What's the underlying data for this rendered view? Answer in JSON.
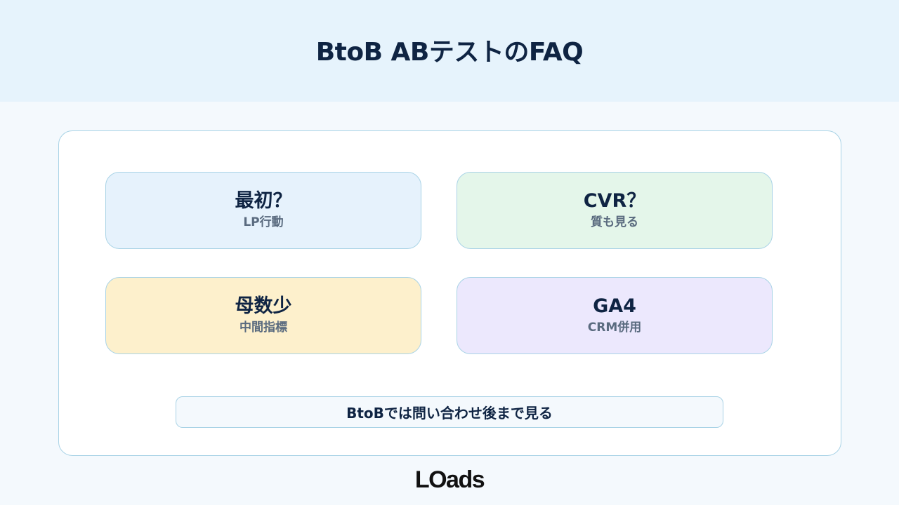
{
  "title": "BtoB ABテストのFAQ",
  "cards": [
    {
      "question": "最初？",
      "answer": "LP行動",
      "bg": "#e6f2fc"
    },
    {
      "question": "CVR？",
      "answer": "質も見る",
      "bg": "#e4f6ea"
    },
    {
      "question": "母数少",
      "answer": "中間指標",
      "bg": "#fdf0cc"
    },
    {
      "question": "GA4",
      "answer": "CRM併用",
      "bg": "#ece8fd"
    }
  ],
  "note": "BtoBでは問い合わせ後まで見る",
  "logo": "LOads",
  "colors": {
    "border": "#a9d3e6",
    "text": "#0f2443",
    "subtext": "#5a6b7f",
    "header_bg": "#e6f3fc"
  }
}
